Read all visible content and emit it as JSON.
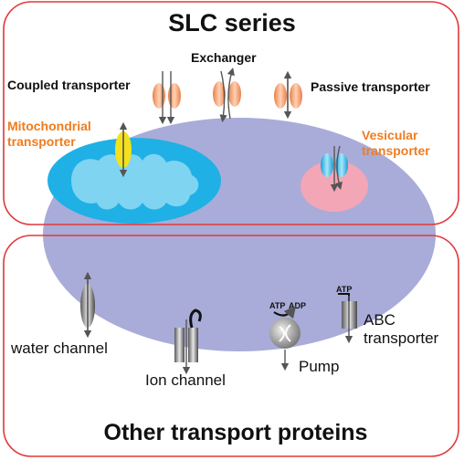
{
  "colors": {
    "frame": "#e0383a",
    "cell": "#a9acd8",
    "mito_outer": "#1fb0e6",
    "mito_inner": "#7fd4f2",
    "vesicle": "#f2a6b6",
    "transporter": "#f5a47a",
    "yellow": "#f4e11c",
    "orange_text": "#f07c1f",
    "blue_transporter": "#29b3e8"
  },
  "top_box": {
    "title": "SLC series",
    "coupled": "Coupled transporter",
    "exchanger": "Exchanger",
    "passive": "Passive transporter",
    "mito_line1": "Mitochondrial",
    "mito_line2": "transporter",
    "vesicular_line1": "Vesicular",
    "vesicular_line2": "transporter"
  },
  "bottom_box": {
    "title": "Other transport proteins",
    "water": "water channel",
    "ion": "Ion channel",
    "pump": "Pump",
    "atp": "ATP",
    "adp": "ADP",
    "abc_atp": "ATP",
    "abc_line1": "ABC",
    "abc_line2": "transporter"
  }
}
